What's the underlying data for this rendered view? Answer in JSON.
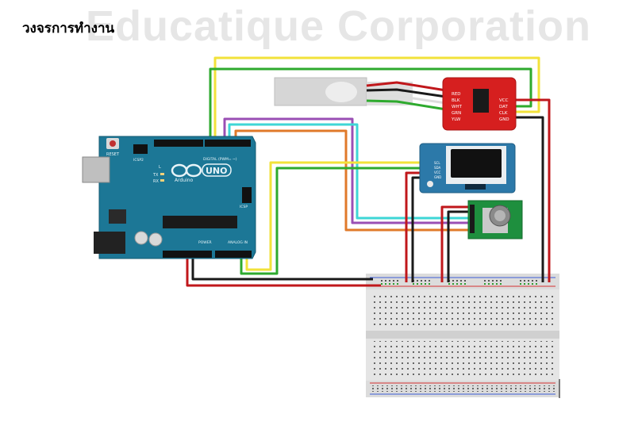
{
  "header": {
    "title": "วงจรการทำงาน",
    "watermark": "Educatique Corporation"
  },
  "arduino": {
    "brand": "Arduino",
    "model": "UNO",
    "reset_label": "RESET",
    "icsp2_label": "ICSP2",
    "icsp_label": "ICSP",
    "digital_label": "DIGITAL (PWM= ~)",
    "analog_label": "ANALOG IN",
    "power_label": "POWER",
    "l_label": "L",
    "tx_label": "TX",
    "rx_label": "RX"
  },
  "hx711": {
    "left_pins": [
      "RED",
      "BLK",
      "WHT",
      "GRN",
      "YLW"
    ],
    "right_pins": [
      "VCC",
      "DAT",
      "CLK",
      "GND"
    ]
  },
  "oled": {
    "pins": [
      "SCL",
      "SDA",
      "VCC",
      "GND"
    ]
  },
  "colors": {
    "wire_red": "#c0171b",
    "wire_black": "#1a1a1a",
    "wire_yellow": "#f2e23a",
    "wire_green": "#2eaa2e",
    "wire_cyan": "#3ed6d6",
    "wire_purple": "#9a4fb4",
    "wire_orange": "#e07a2a",
    "arduino_board": "#1c7796",
    "hx711_board": "#d61f1f",
    "oled_board": "#2c79a9",
    "encoder_board": "#1e8f3e"
  }
}
